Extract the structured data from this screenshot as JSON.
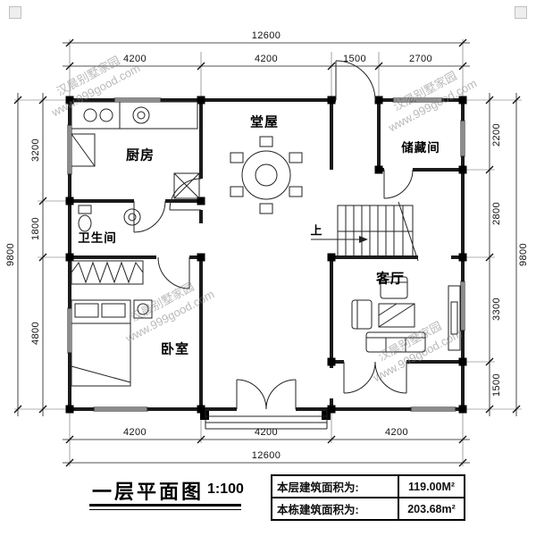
{
  "title_block": {
    "title": "一层平面图",
    "scale": "1:100",
    "areas": [
      {
        "label": "本层建筑面积为:",
        "value": "119.00M²"
      },
      {
        "label": "本栋建筑面积为:",
        "value": "203.68m²"
      }
    ]
  },
  "rooms": {
    "kitchen": "厨房",
    "hall": "堂屋",
    "storage": "储藏间",
    "bathroom": "卫生间",
    "bedroom": "卧室",
    "living": "客厅",
    "stairs_up": "上"
  },
  "dims": {
    "top_total": "12600",
    "top": [
      "4200",
      "4200",
      "1500",
      "2700"
    ],
    "bottom": [
      "4200",
      "4200",
      "4200"
    ],
    "bottom_total": "12600",
    "left": [
      "3200",
      "1800",
      "4800"
    ],
    "left_total": "9800",
    "right": [
      "2200",
      "2800",
      "3300",
      "1500"
    ],
    "right_total": "9800"
  },
  "watermark": {
    "brand": "汉晨别墅家园",
    "url": "www.999good.com"
  },
  "colors": {
    "ink": "#1a1a1a",
    "dim_line": "#222222",
    "watermark_gray": "#9a9a9a"
  }
}
